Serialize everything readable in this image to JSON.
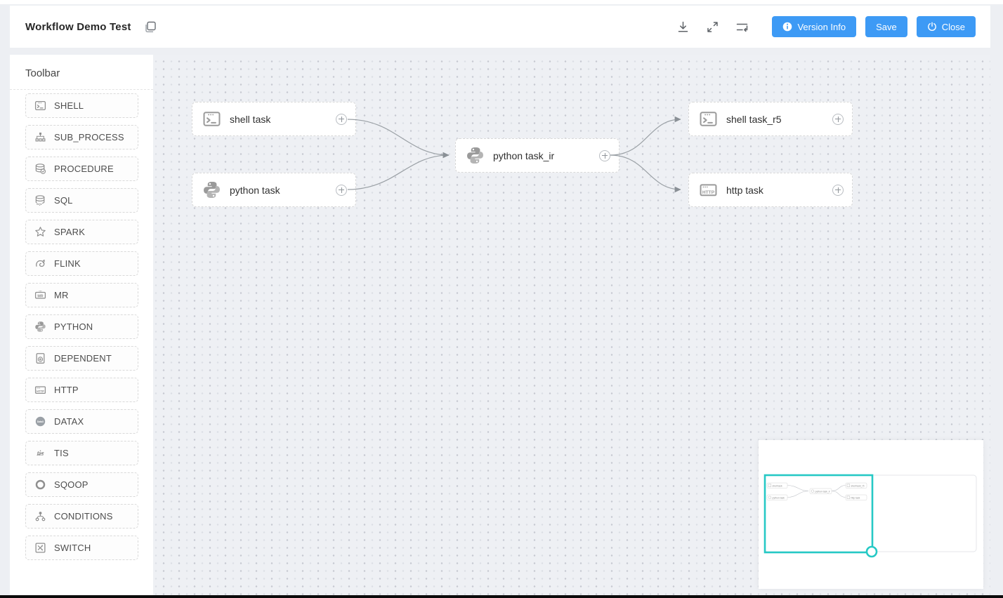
{
  "header": {
    "title": "Workflow Demo Test",
    "buttons": {
      "version_info": "Version Info",
      "save": "Save",
      "close": "Close"
    }
  },
  "toolbar": {
    "title": "Toolbar",
    "items": [
      {
        "id": "shell",
        "label": "SHELL"
      },
      {
        "id": "sub_process",
        "label": "SUB_PROCESS"
      },
      {
        "id": "procedure",
        "label": "PROCEDURE"
      },
      {
        "id": "sql",
        "label": "SQL"
      },
      {
        "id": "spark",
        "label": "SPARK"
      },
      {
        "id": "flink",
        "label": "FLINK"
      },
      {
        "id": "mr",
        "label": "MR"
      },
      {
        "id": "python",
        "label": "PYTHON"
      },
      {
        "id": "dependent",
        "label": "DEPENDENT"
      },
      {
        "id": "http",
        "label": "HTTP"
      },
      {
        "id": "datax",
        "label": "DATAX"
      },
      {
        "id": "tis",
        "label": "TIS"
      },
      {
        "id": "sqoop",
        "label": "SQOOP"
      },
      {
        "id": "conditions",
        "label": "CONDITIONS"
      },
      {
        "id": "switch",
        "label": "SWITCH"
      }
    ]
  },
  "canvas": {
    "nodes": [
      {
        "id": "n1",
        "type": "shell",
        "label": "shell task"
      },
      {
        "id": "n2",
        "type": "python",
        "label": "python task"
      },
      {
        "id": "n3",
        "type": "python",
        "label": "python task_ir"
      },
      {
        "id": "n4",
        "type": "shell",
        "label": "shell task_r5"
      },
      {
        "id": "n5",
        "type": "http",
        "label": "http task"
      }
    ],
    "edges": [
      {
        "from": "shell task",
        "to": "python task_ir"
      },
      {
        "from": "python task",
        "to": "python task_ir"
      },
      {
        "from": "python task_ir",
        "to": "shell task_r5"
      },
      {
        "from": "python task_ir",
        "to": "http task"
      }
    ]
  },
  "colors": {
    "primary_blue": "#3d9af5",
    "minimap_teal": "#26c9c5",
    "canvas_bg": "#eef0f4",
    "node_border": "#d8d8d8",
    "edge": "#9aa0a5"
  }
}
